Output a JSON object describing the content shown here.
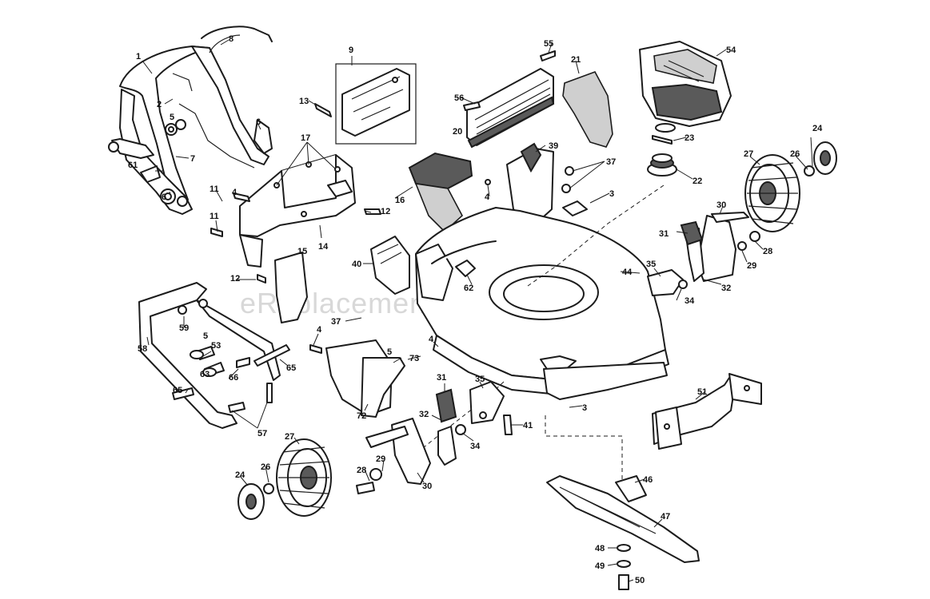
{
  "watermark": "eReplacementParts.com",
  "callouts": {
    "c1": "1",
    "c2": "2",
    "c3a": "3",
    "c3b": "3",
    "c4a": "4",
    "c4b": "4",
    "c4c": "4",
    "c4d": "4",
    "c5a": "5",
    "c5b": "5",
    "c5c": "5",
    "c6a": "6",
    "c6b": "6",
    "c7": "7",
    "c8": "8",
    "c9": "9",
    "c11a": "11",
    "c11b": "11",
    "c12a": "12",
    "c12b": "12",
    "c13": "13",
    "c14": "14",
    "c15": "15",
    "c16": "16",
    "c17": "17",
    "c20": "20",
    "c21": "21",
    "c22": "22",
    "c23": "23",
    "c24a": "24",
    "c24b": "24",
    "c26a": "26",
    "c26b": "26",
    "c27a": "27",
    "c27b": "27",
    "c28a": "28",
    "c28b": "28",
    "c29a": "29",
    "c29b": "29",
    "c30a": "30",
    "c30b": "30",
    "c31a": "31",
    "c31b": "31",
    "c32a": "32",
    "c32b": "32",
    "c34a": "34",
    "c34b": "34",
    "c35a": "35",
    "c35b": "35",
    "c37a": "37",
    "c37b": "37",
    "c39": "39",
    "c40": "40",
    "c41": "41",
    "c44": "44",
    "c46": "46",
    "c47": "47",
    "c48": "48",
    "c49": "49",
    "c50": "50",
    "c51": "51",
    "c53": "53",
    "c54": "54",
    "c55": "55",
    "c56": "56",
    "c57": "57",
    "c58": "58",
    "c59": "59",
    "c61": "61",
    "c62": "62",
    "c63": "63",
    "c65a": "65",
    "c65b": "65",
    "c66": "66",
    "c72": "72",
    "c73": "73"
  }
}
